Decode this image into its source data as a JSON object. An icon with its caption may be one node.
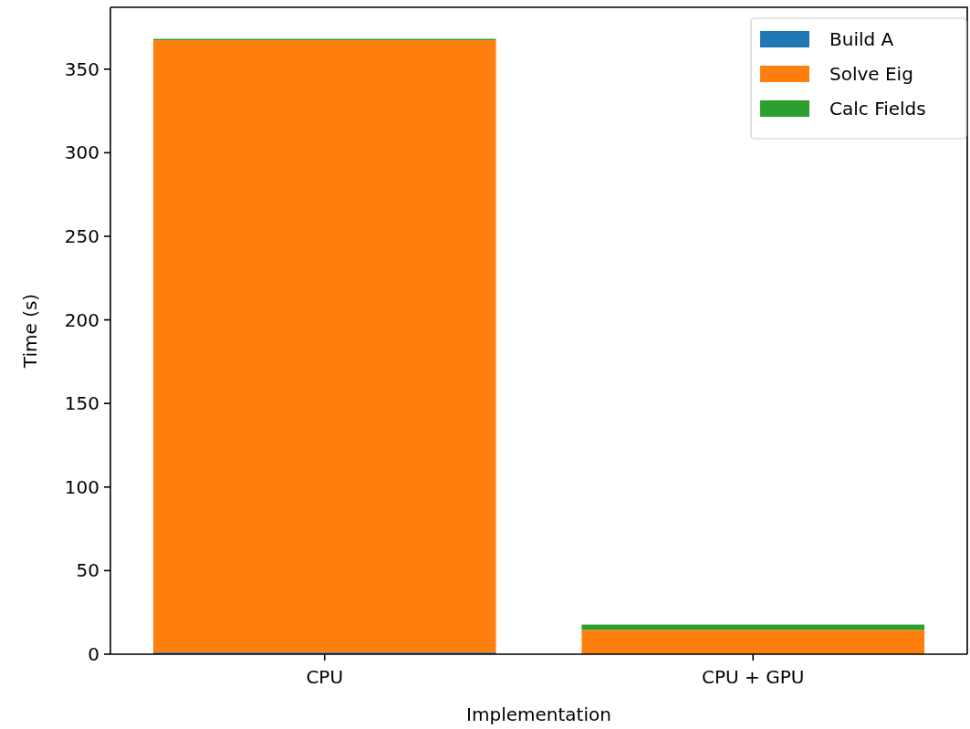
{
  "diagram": {
    "chart_data": {
      "type": "bar",
      "stacked": true,
      "xlabel": "Implementation",
      "ylabel": "Time (s)",
      "categories": [
        "CPU",
        "CPU + GPU"
      ],
      "series": [
        {
          "name": "Build A",
          "color": "#1f77b4",
          "values": [
            1.0,
            null
          ]
        },
        {
          "name": "Solve Eig",
          "color": "#ff7f0e",
          "values": [
            366.3,
            14.5
          ]
        },
        {
          "name": "Calc Fields",
          "color": "#2ca02c",
          "values": [
            0.8,
            3.2
          ]
        }
      ],
      "ylim": [
        0,
        387
      ],
      "yticks": [
        0,
        50,
        100,
        150,
        200,
        250,
        300,
        350
      ]
    }
  }
}
